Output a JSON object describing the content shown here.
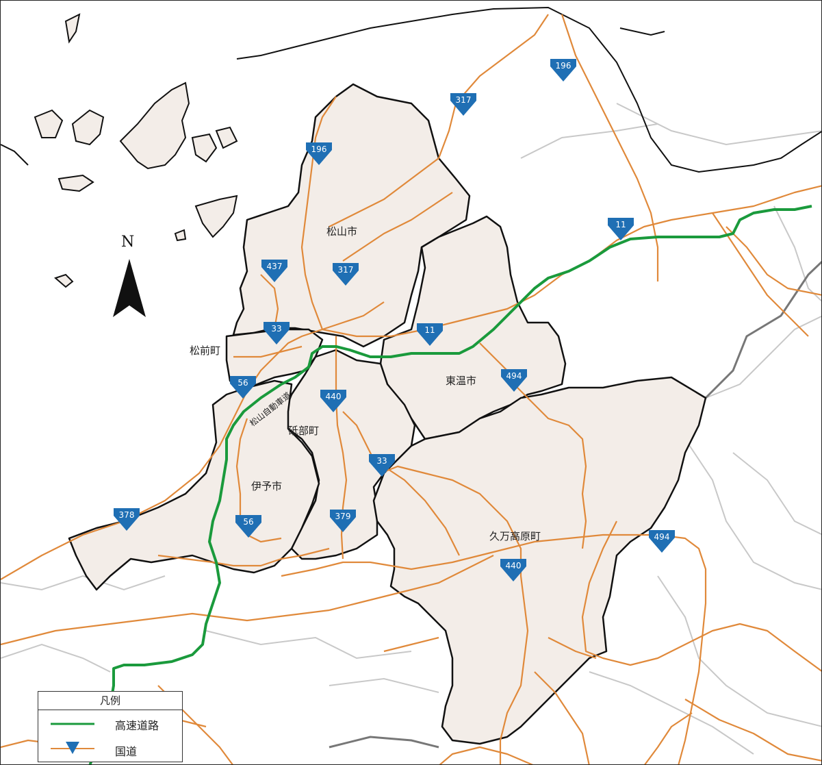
{
  "map": {
    "north_label": "N",
    "municipalities": [
      {
        "key": "matsuyama",
        "name": "松山市"
      },
      {
        "key": "matsumae",
        "name": "松前町"
      },
      {
        "key": "toon",
        "name": "東温市"
      },
      {
        "key": "tobe",
        "name": "砥部町"
      },
      {
        "key": "iyo",
        "name": "伊予市"
      },
      {
        "key": "kumakogen",
        "name": "久万高原町"
      }
    ],
    "expressway_name": "松山自動車道",
    "route_shields": [
      "196",
      "317",
      "196",
      "437",
      "317",
      "33",
      "11",
      "11",
      "494",
      "56",
      "440",
      "33",
      "378",
      "56",
      "379",
      "440",
      "494"
    ],
    "colors": {
      "expressway": "#1a9a3c",
      "national_road": "#e0893a",
      "shield": "#1f6fb4",
      "boundary": "#111111",
      "area_fill": "#f3ede8",
      "other_boundary": "#c8c8c8",
      "water": "#ffffff"
    }
  },
  "legend": {
    "title": "凡例",
    "items": [
      {
        "label": "高速道路",
        "symbol": "green-line"
      },
      {
        "label": "国道",
        "symbol": "orange-line-with-shield"
      }
    ]
  }
}
